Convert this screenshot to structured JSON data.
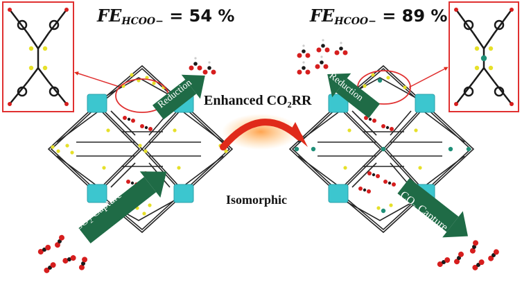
{
  "left": {
    "fe_symbol": "FE",
    "fe_subscript": "HCOO−",
    "fe_equals": " = ",
    "fe_value": "54 %",
    "linker_atom_color": "#e6e02a",
    "capture_label": "CO₂ Capture",
    "reduction_label": "Reduction"
  },
  "right": {
    "fe_symbol": "FE",
    "fe_subscript": "HCOO−",
    "fe_equals": " = ",
    "fe_value": "89 %",
    "linker_atom_color": "#1f8f78",
    "capture_label": "CO₂ Capture",
    "reduction_label": "Reduction"
  },
  "center": {
    "enhanced_label": "Enhanced CO₂RR",
    "isomorphic_label": "Isomorphic"
  },
  "colors": {
    "arrow_green": "#1f6b46",
    "node_cyan": "#3cc6cf",
    "callout_red": "#e03030",
    "curved_arrow_red": "#e02a1a",
    "oxygen_red": "#d61e1e",
    "carbon_black": "#1a1a1a"
  }
}
